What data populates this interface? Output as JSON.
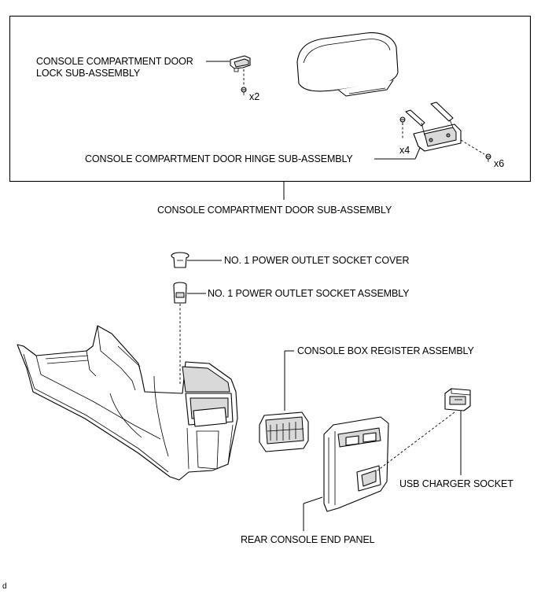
{
  "labels": {
    "door_lock": [
      "CONSOLE COMPARTMENT DOOR",
      "LOCK SUB-ASSEMBLY"
    ],
    "door_hinge": "CONSOLE COMPARTMENT DOOR HINGE SUB-ASSEMBLY",
    "door_sub_assembly": "CONSOLE COMPARTMENT DOOR SUB-ASSEMBLY",
    "outlet_cover": "NO. 1 POWER OUTLET SOCKET COVER",
    "outlet_assembly": "NO. 1 POWER OUTLET SOCKET ASSEMBLY",
    "register": "CONSOLE BOX REGISTER ASSEMBLY",
    "usb": "USB CHARGER SOCKET",
    "end_panel": "REAR CONSOLE END PANEL"
  },
  "quantities": {
    "lock_screws": "x2",
    "hinge_screws_a": "x4",
    "hinge_screws_b": "x6"
  },
  "corner_mark": "d"
}
